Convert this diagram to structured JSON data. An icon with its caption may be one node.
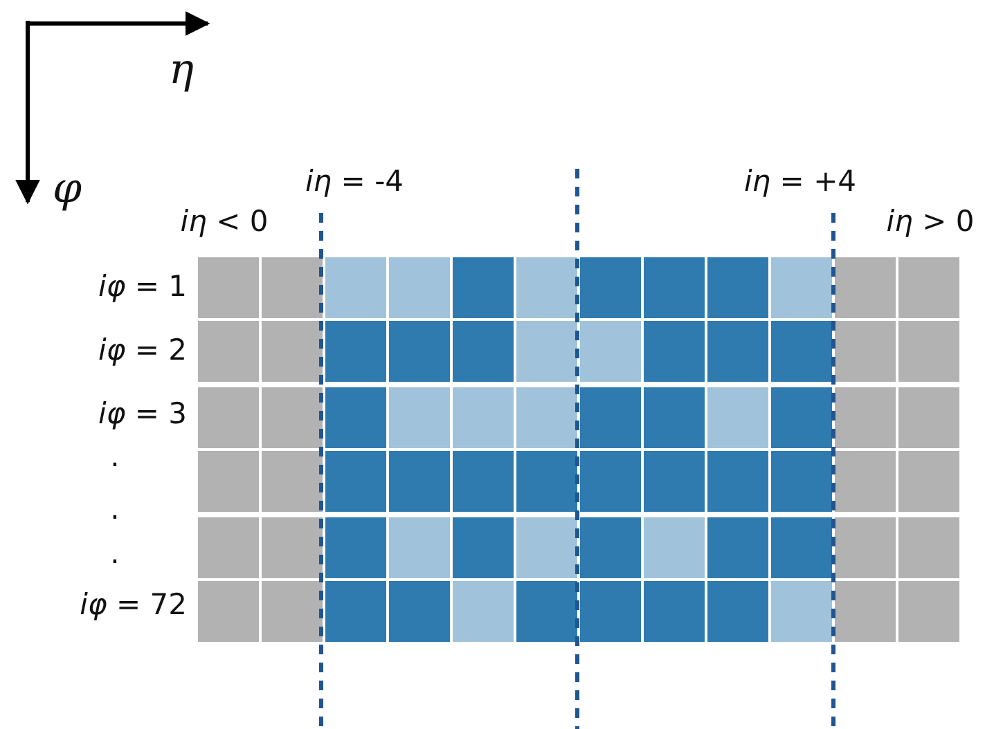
{
  "diagram": {
    "labels": [
      "η",
      "φ",
      "*iη* = -4",
      "*iη* = +4",
      "*iη* < 0",
      "*iη* > 0",
      "*iφ* = 1",
      "*iφ* = 2",
      "*iφ* = 3",
      ".",
      ".",
      ".",
      "*iφ* = 72"
    ]
  }
}
